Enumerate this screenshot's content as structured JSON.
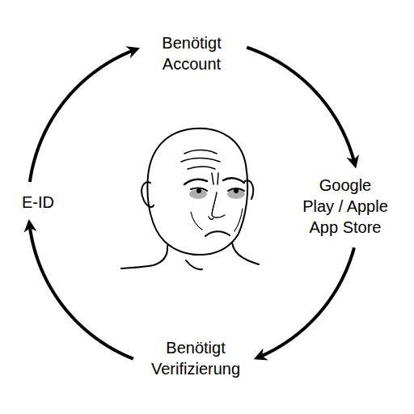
{
  "diagram": {
    "nodes": [
      {
        "text": [
          "Benötigt Account"
        ]
      },
      {
        "text": [
          "Google Play / Apple App Store"
        ]
      },
      {
        "text": [
          "Benötigt Verifizierung"
        ]
      },
      {
        "text": [
          "E-ID"
        ]
      }
    ],
    "edges": [
      {
        "from": 0,
        "to": 1,
        "arrow": "to"
      },
      {
        "from": 1,
        "to": 2,
        "arrow": "to"
      },
      {
        "from": 2,
        "to": 3,
        "arrow": "to"
      },
      {
        "from": 3,
        "to": 0,
        "arrow": "to"
      }
    ]
  }
}
